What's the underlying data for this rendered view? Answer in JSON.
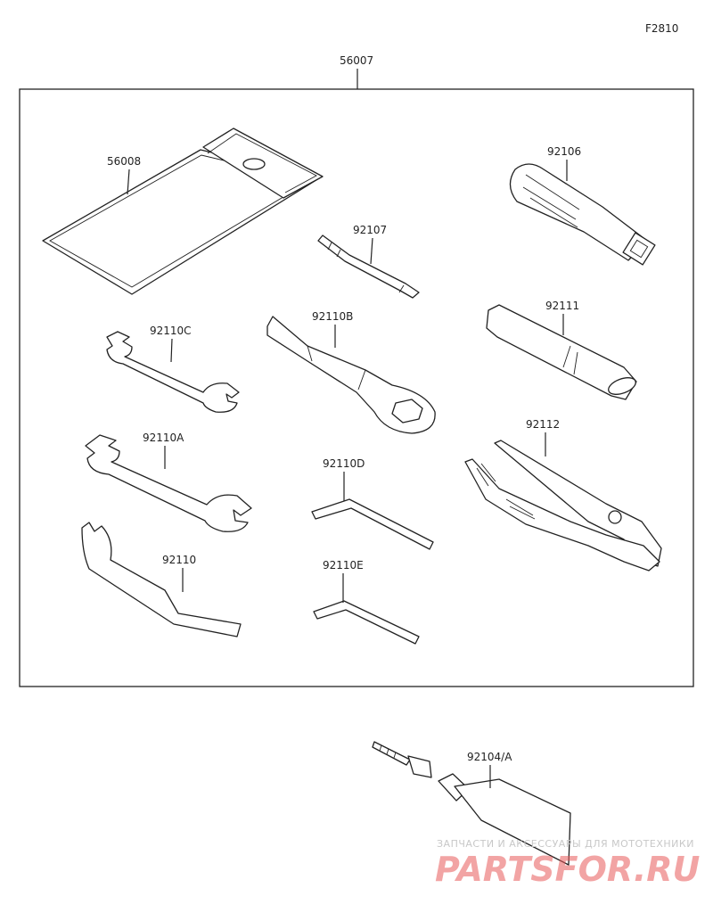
{
  "figure_code": "F2810",
  "parts": {
    "kit": "56007",
    "pouch": "56008",
    "screwdriver_handle": "92106",
    "screwdriver_bit": "92107",
    "box_wrench": "92110B",
    "extension_bar": "92111",
    "wrench_small": "92110C",
    "wrench_medium": "92110A",
    "pliers": "92112",
    "hex_wrench_large": "92110D",
    "spanner_hook": "92110",
    "hex_wrench_small": "92110E",
    "grease_tube": "92104/A"
  },
  "watermark": {
    "line1": "ЗАПЧАСТИ И АКСЕССУАРЫ ДЛЯ МОТОТЕХНИКИ",
    "line2": "PARTSFOR.RU"
  }
}
